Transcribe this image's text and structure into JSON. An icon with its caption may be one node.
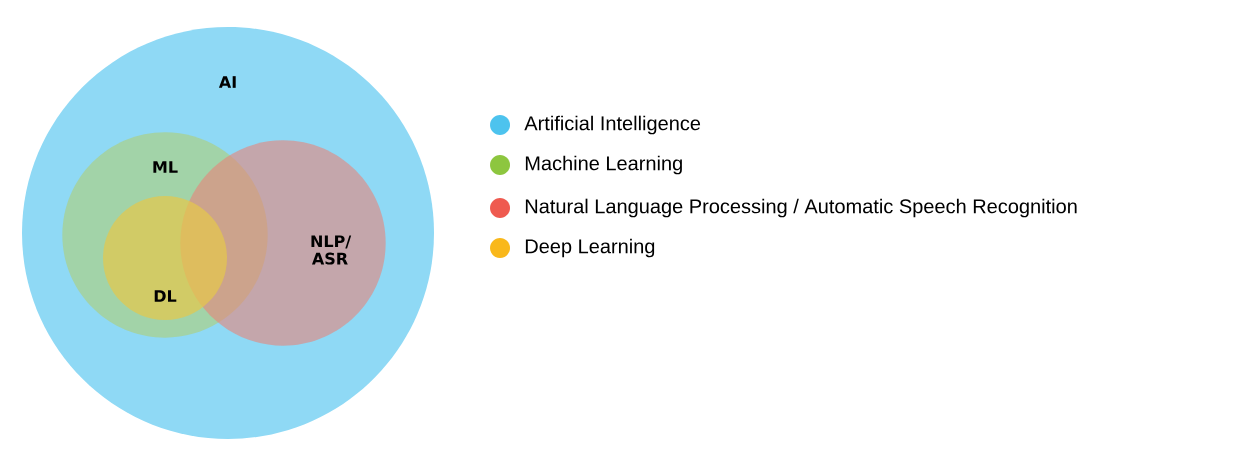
{
  "diagram": {
    "nodes": [
      {
        "text": [
          "AI"
        ]
      },
      {
        "text": [
          "ML"
        ],
        "in": 0
      },
      {
        "text": [
          "DL"
        ],
        "in": 1
      },
      {
        "text": [
          "NLP/ ASR"
        ],
        "in": 0
      }
    ],
    "legend": [
      {
        "text": "Artificial Intelligence",
        "color": "#4dc3ee"
      },
      {
        "text": "Machine Learning",
        "color": "#8dc63f"
      },
      {
        "text": "Natural Language Processing / Automatic Speech Recognition",
        "color": "#ef5a50"
      },
      {
        "text": "Deep Learning",
        "color": "#f9b81b"
      }
    ]
  }
}
